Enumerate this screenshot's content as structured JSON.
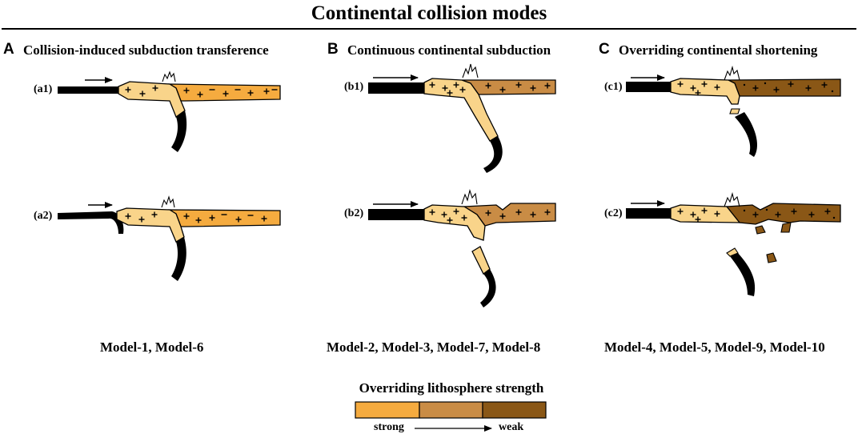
{
  "title": "Continental collision modes",
  "panels": [
    {
      "letter": "A",
      "title": "Collision-induced subduction transference",
      "rows": [
        "(a1)",
        "(a2)"
      ],
      "models": "Model-1, Model-6"
    },
    {
      "letter": "B",
      "title": "Continuous continental subduction",
      "rows": [
        "(b1)",
        "(b2)"
      ],
      "models": "Model-2, Model-3, Model-7, Model-8"
    },
    {
      "letter": "C",
      "title": "Overriding continental shortening",
      "rows": [
        "(c1)",
        "(c2)"
      ],
      "models": "Model-4, Model-5, Model-9, Model-10"
    }
  ],
  "legend": {
    "title": "Overriding lithosphere strength",
    "strong_label": "strong",
    "weak_label": "weak",
    "colors": {
      "strong": "#F5AB3F",
      "medium": "#C98C45",
      "weak": "#8A5716"
    }
  },
  "colors": {
    "subducting_continent": "#F9D48A",
    "oceanic": "#000000"
  }
}
